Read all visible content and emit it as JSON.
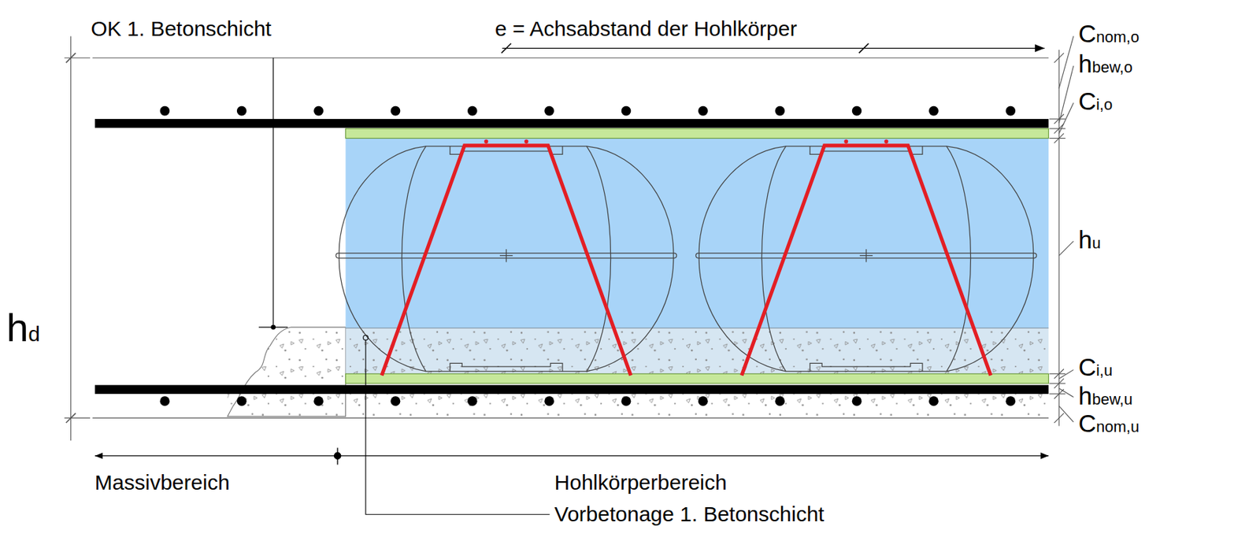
{
  "diagram": {
    "labels": [
      "OK 1. Betonschicht",
      "e = Achsabstand der Hohlkörper",
      "Cnom,o",
      "hbew,o",
      "Ci,o",
      "hu",
      "Ci,u",
      "hbew,u",
      "Cnom,u",
      "hd",
      "Massivbereich",
      "Hohlkörperbereich",
      "Vorbetonage 1. Betonschicht"
    ]
  }
}
